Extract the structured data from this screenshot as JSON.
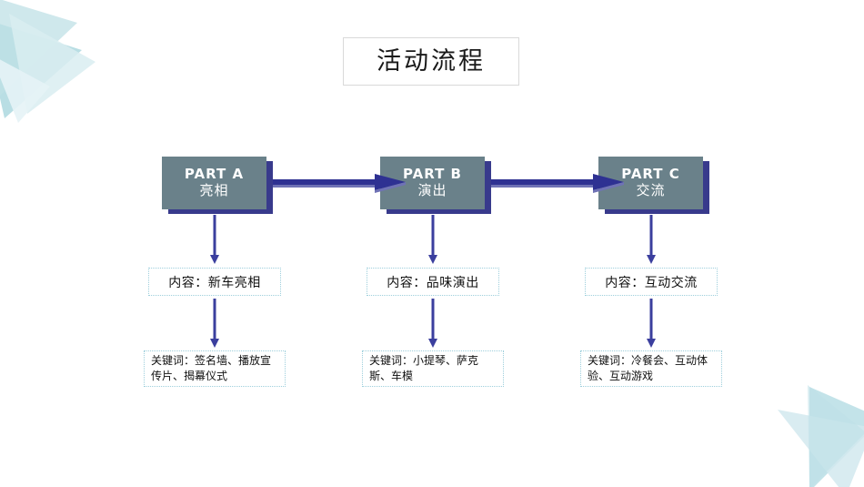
{
  "slide": {
    "title": "活动流程",
    "background_color": "#ffffff",
    "accent_color": "#383a8c",
    "box_fill_color": "#6a818a",
    "dotted_border_color": "#9ecfdc",
    "deco_color": "#a9d4dc"
  },
  "flow": {
    "parts": [
      {
        "label": "PART A",
        "sub": "亮相",
        "content": "内容：新车亮相",
        "keywords": "关键词：签名墙、播放宣传片、揭幕仪式"
      },
      {
        "label": "PART B",
        "sub": "演出",
        "content": "内容：品味演出",
        "keywords": "关键词：小提琴、萨克斯、车模"
      },
      {
        "label": "PART C",
        "sub": "交流",
        "content": "内容：互动交流",
        "keywords": "关键词：冷餐会、互动体验、互动游戏"
      }
    ],
    "connector_icons": [
      "right-block-arrow",
      "right-block-arrow",
      "down-arrow",
      "down-arrow",
      "down-arrow",
      "down-arrow",
      "down-arrow",
      "down-arrow"
    ]
  }
}
